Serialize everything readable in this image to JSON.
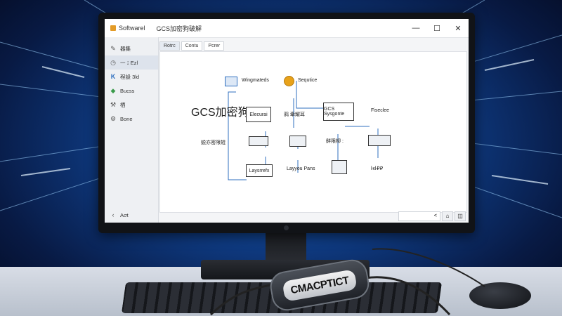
{
  "window": {
    "app_name": "Softwarel",
    "title": "GCS加密狗破解",
    "controls": {
      "minimize": "—",
      "maximize": "☐",
      "close": "✕"
    }
  },
  "sidebar": {
    "items": [
      {
        "label": "器集",
        "icon": "edit-icon"
      },
      {
        "label": "一  ፤ Ezl",
        "icon": "clock-icon"
      },
      {
        "label": "程設 3ld",
        "icon": "brand-icon"
      },
      {
        "label": "Bucss",
        "icon": "leaf-icon"
      },
      {
        "label": "栖",
        "icon": "tools-icon"
      },
      {
        "label": "Bone",
        "icon": "gear-icon"
      }
    ],
    "bottom_label": "Aσt"
  },
  "tabs": [
    "Rotrc",
    "Contu",
    "Pcrer"
  ],
  "diagram": {
    "main_label": "GCS加密狗",
    "wingmateds": "Wingmateds",
    "sequtice": "Sequtice",
    "node_elecurai": "Elecurai",
    "node_gcs_sysgonte": "GCS Sysgonte",
    "node_fiseclee": "Fiseclee",
    "node_laysrrefx": "Laysrrefx",
    "label_kanji_1": "鸦 牽耀耳",
    "label_kanji_2": "蜕亦密限辊",
    "label_kanji_3": "鲜限柳 :",
    "label_layyou_pans": "Layyou Pans",
    "label_lower_right": "ŀĸŀ₽₽"
  },
  "statusbar": {
    "value": "<",
    "button_1": "⌂",
    "button_2": "◫"
  },
  "device": {
    "label": "CMACPTICT"
  },
  "colors": {
    "accent": "#2f6fbf",
    "star": "#e8a21a"
  }
}
